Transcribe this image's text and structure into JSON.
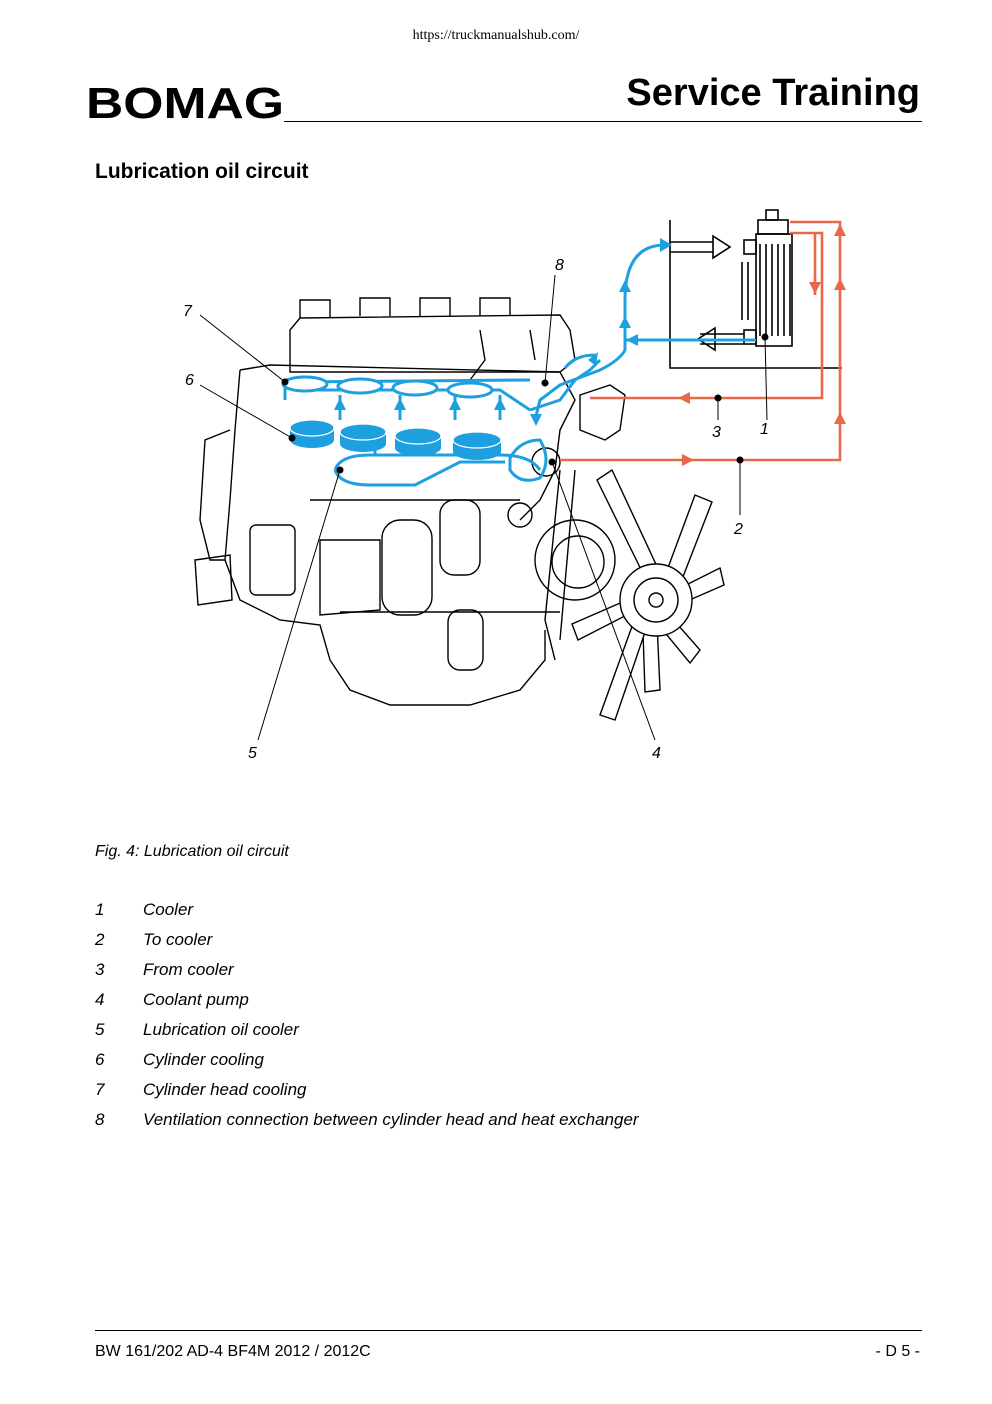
{
  "source_url": "https://truckmanualshub.com/",
  "brand": "BOMAG",
  "header_title": "Service Training",
  "section_heading": "Lubrication oil circuit",
  "figure": {
    "callouts": [
      "1",
      "2",
      "3",
      "4",
      "5",
      "6",
      "7",
      "8"
    ]
  },
  "caption": "Fig. 4: Lubrication oil circuit",
  "legend": [
    {
      "num": "1",
      "text": "Cooler"
    },
    {
      "num": "2",
      "text": "To cooler"
    },
    {
      "num": "3",
      "text": "From cooler"
    },
    {
      "num": "4",
      "text": "Coolant pump"
    },
    {
      "num": "5",
      "text": "Lubrication oil cooler"
    },
    {
      "num": "6",
      "text": "Cylinder cooling"
    },
    {
      "num": "7",
      "text": "Cylinder head cooling"
    },
    {
      "num": "8",
      "text": "Ventilation connection between cylinder head and heat exchanger"
    }
  ],
  "footer": {
    "model": "BW 161/202 AD-4 BF4M 2012 / 2012C",
    "page": "- D 5 -"
  },
  "colors": {
    "cold_flow": "#1ea0e0",
    "hot_flow": "#e8694a",
    "ink": "#000000"
  }
}
